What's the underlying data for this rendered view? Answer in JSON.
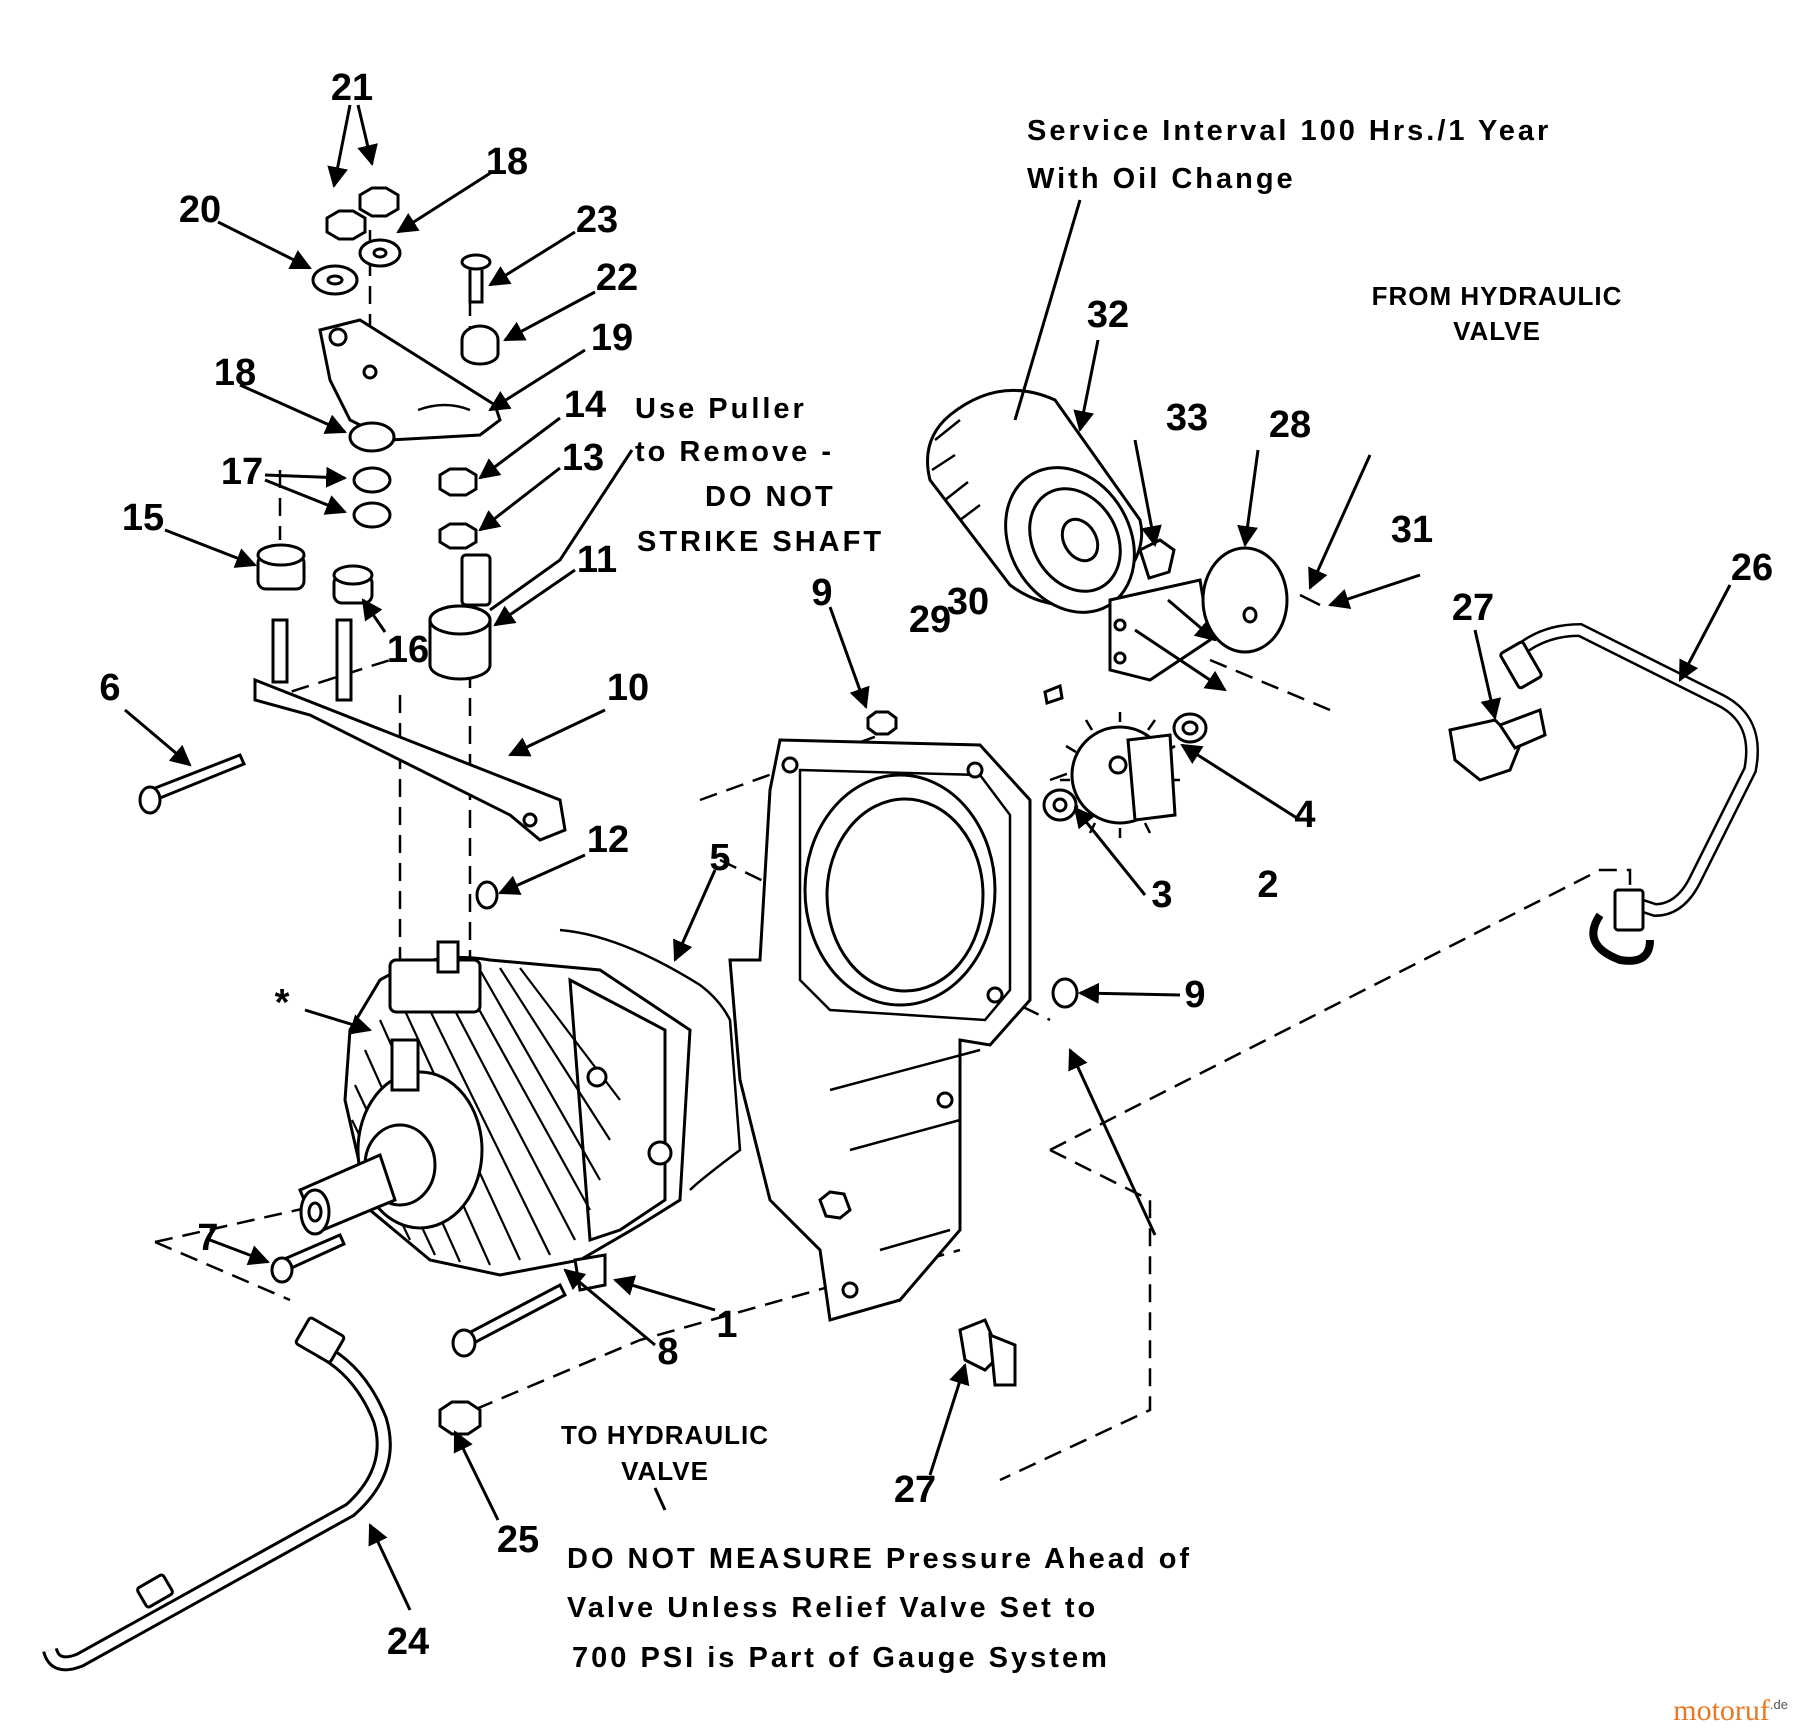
{
  "notes": {
    "service_line1": "Service Interval 100 Hrs./1 Year",
    "service_line2": "With Oil Change",
    "from_valve_line1": "FROM HYDRAULIC",
    "from_valve_line2": "VALVE",
    "puller_line1": "Use Puller",
    "puller_line2": "to Remove -",
    "puller_line3": "DO NOT",
    "puller_line4": "STRIKE SHAFT",
    "to_valve_line1": "TO HYDRAULIC",
    "to_valve_line2": "VALVE",
    "pressure_line1": "DO NOT MEASURE Pressure Ahead of",
    "pressure_line2": "Valve Unless Relief Valve Set to",
    "pressure_line3": "700 PSI is Part of Gauge System"
  },
  "callouts": {
    "c1": "1",
    "c2": "2",
    "c3": "3",
    "c4": "4",
    "c5": "5",
    "c6": "6",
    "c7": "7",
    "c8": "8",
    "c9a": "9",
    "c9b": "9",
    "c10": "10",
    "c11": "11",
    "c12": "12",
    "c13": "13",
    "c14": "14",
    "c15": "15",
    "c16": "16",
    "c17": "17",
    "c18a": "18",
    "c18b": "18",
    "c19": "19",
    "c20": "20",
    "c21": "21",
    "c22": "22",
    "c23": "23",
    "c24": "24",
    "c25": "25",
    "c26": "26",
    "c27a": "27",
    "c27b": "27",
    "c28": "28",
    "c29": "29",
    "c30": "30",
    "c31": "31",
    "c32": "32",
    "c33": "33",
    "star": "*"
  },
  "watermark": {
    "brand": "motoruf",
    "tld": ".de"
  },
  "colors": {
    "ink": "#000000",
    "paper": "#ffffff",
    "watermark": "#e87722"
  }
}
